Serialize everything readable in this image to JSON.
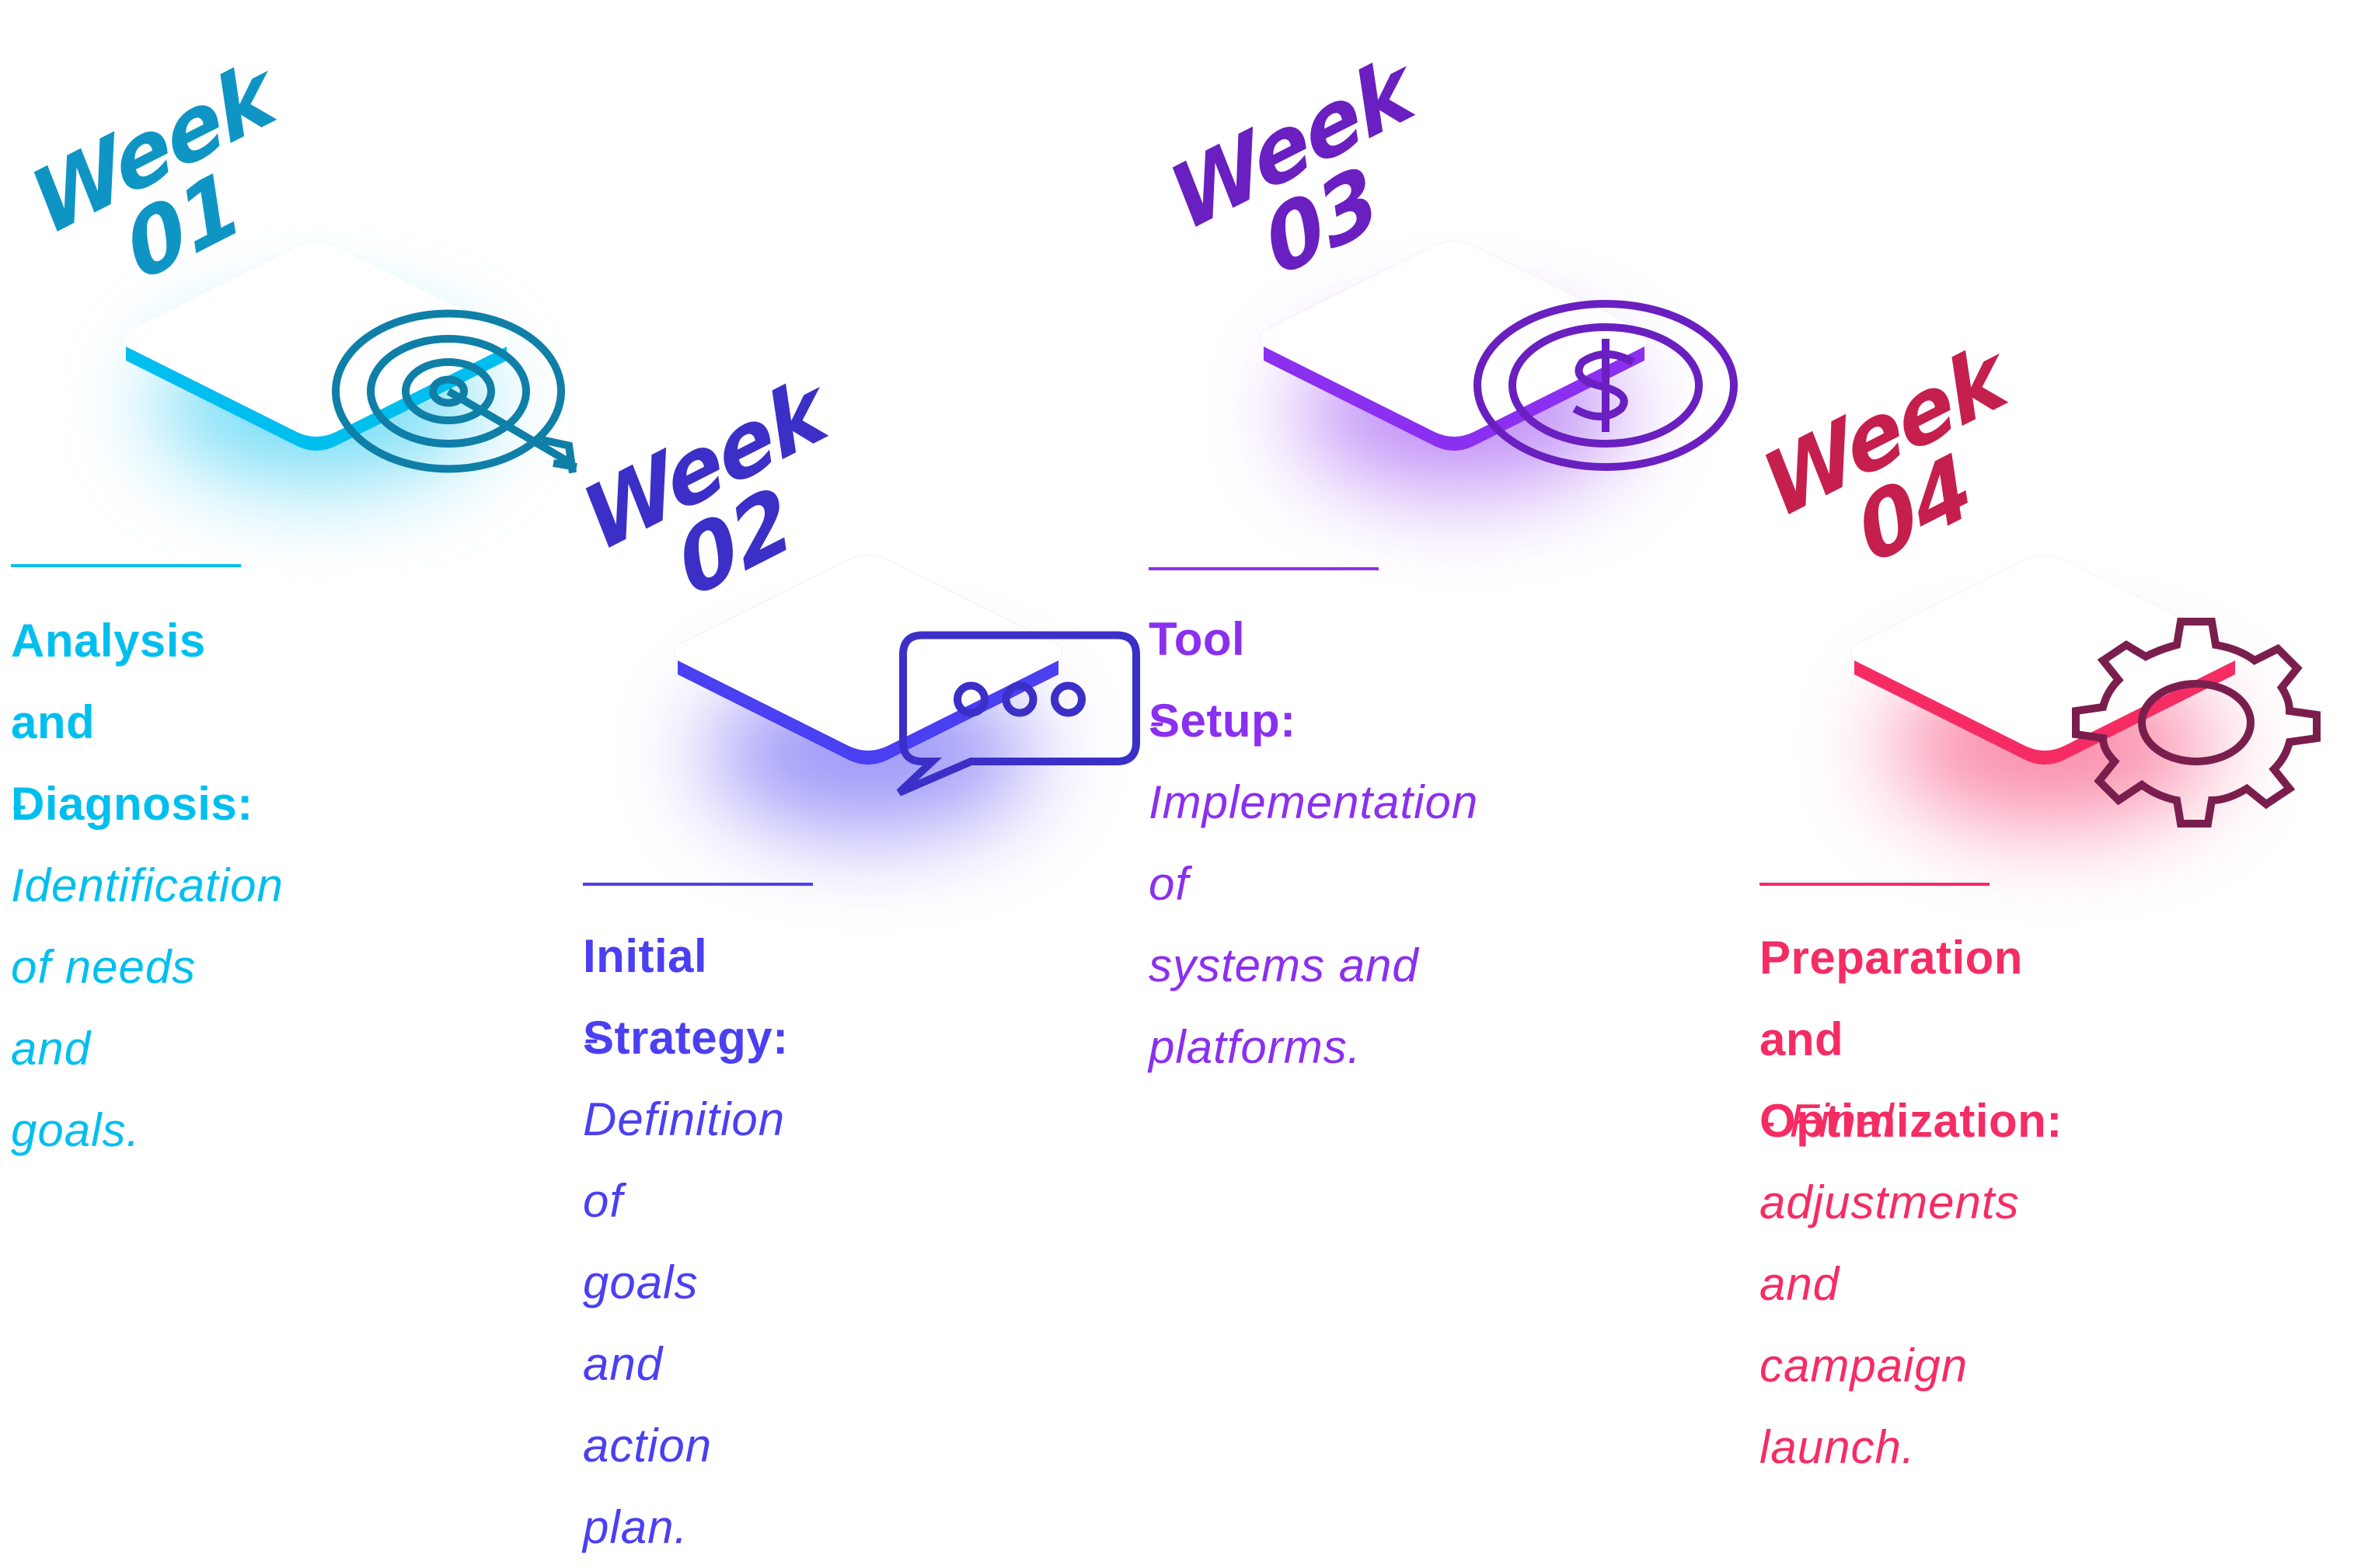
{
  "steps": [
    {
      "week_word": "Week",
      "week_number": "01",
      "heading": "Analysis and\nDiagnosis:",
      "description": "- Identification\nof needs and\ngoals.",
      "icon": "target-icon",
      "color": "#00bfef",
      "week_color": "#0f95c4"
    },
    {
      "week_word": "Week",
      "week_number": "02",
      "heading": "Initial Strategy:",
      "description": "-Definition of\ngoals and action\nplan.",
      "icon": "chat-bubble-icon",
      "color": "#4b3ff2",
      "week_color": "#3b2fc8"
    },
    {
      "week_word": "Week",
      "week_number": "03",
      "heading": "Tool Setup:",
      "description": "- Implementation of\nsystems and\nplatforms.",
      "icon": "dollar-coin-icon",
      "color": "#8b2ff0",
      "week_color": "#6a1fc0"
    },
    {
      "week_word": "Week",
      "week_number": "04",
      "heading": "Preparation and\nOptimization:",
      "description": "- Final adjustments and\ncampaign launch.",
      "icon": "gear-icon",
      "color": "#f52c64",
      "week_color": "#c51f4d"
    }
  ]
}
